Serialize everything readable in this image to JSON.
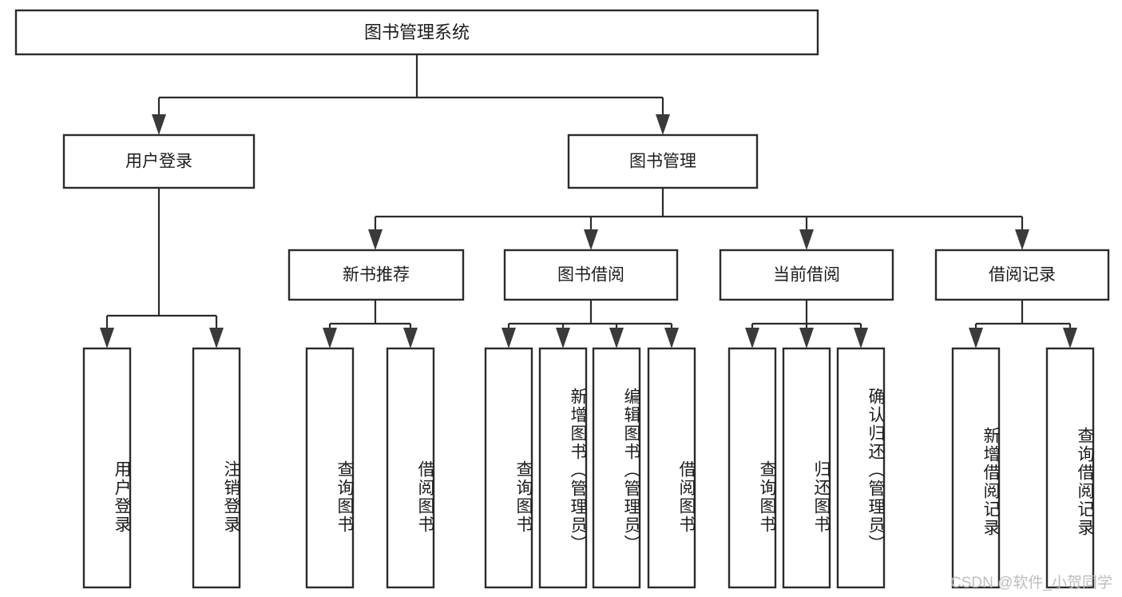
{
  "diagram": {
    "type": "tree",
    "title": "图书管理系统",
    "orientation": "top-down",
    "colors": {
      "box_fill": "#ffffff",
      "box_stroke": "#2b2b2b",
      "connector": "#2b2b2b",
      "arrow": "#3a3a3a",
      "text": "#1c1c1c",
      "watermark": "#bdbdbd",
      "background": "#ffffff"
    },
    "root": {
      "id": "root",
      "label": "图书管理系统"
    },
    "level2": [
      {
        "id": "user-login",
        "label": "用户登录"
      },
      {
        "id": "book-manage",
        "label": "图书管理"
      }
    ],
    "level3": [
      {
        "id": "new-book-rec",
        "label": "新书推荐",
        "parent": "book-manage"
      },
      {
        "id": "book-borrow",
        "label": "图书借阅",
        "parent": "book-manage"
      },
      {
        "id": "current-borrow",
        "label": "当前借阅",
        "parent": "book-manage"
      },
      {
        "id": "borrow-record",
        "label": "借阅记录",
        "parent": "book-manage"
      }
    ],
    "leaves": [
      {
        "id": "leaf-user-login",
        "label": "用户登录",
        "parent": "user-login"
      },
      {
        "id": "leaf-logout-login",
        "label": "注销登录",
        "parent": "user-login"
      },
      {
        "id": "leaf-query-book-1",
        "label": "查询图书",
        "parent": "new-book-rec"
      },
      {
        "id": "leaf-borrow-book-1",
        "label": "借阅图书",
        "parent": "new-book-rec"
      },
      {
        "id": "leaf-query-book-2",
        "label": "查询图书",
        "parent": "book-borrow"
      },
      {
        "id": "leaf-add-book",
        "label": "新增图书（管理员）",
        "parent": "book-borrow"
      },
      {
        "id": "leaf-edit-book",
        "label": "编辑图书（管理员）",
        "parent": "book-borrow"
      },
      {
        "id": "leaf-borrow-book-2",
        "label": "借阅图书",
        "parent": "book-borrow"
      },
      {
        "id": "leaf-query-book-3",
        "label": "查询图书",
        "parent": "current-borrow"
      },
      {
        "id": "leaf-return-book",
        "label": "归还图书",
        "parent": "current-borrow"
      },
      {
        "id": "leaf-confirm-return",
        "label": "确认归还（管理员）",
        "parent": "current-borrow"
      },
      {
        "id": "leaf-add-record",
        "label": "新增借阅记录",
        "parent": "borrow-record"
      },
      {
        "id": "leaf-query-record",
        "label": "查询借阅记录",
        "parent": "borrow-record"
      }
    ],
    "watermark": "CSDN @软件_小贺同学"
  }
}
